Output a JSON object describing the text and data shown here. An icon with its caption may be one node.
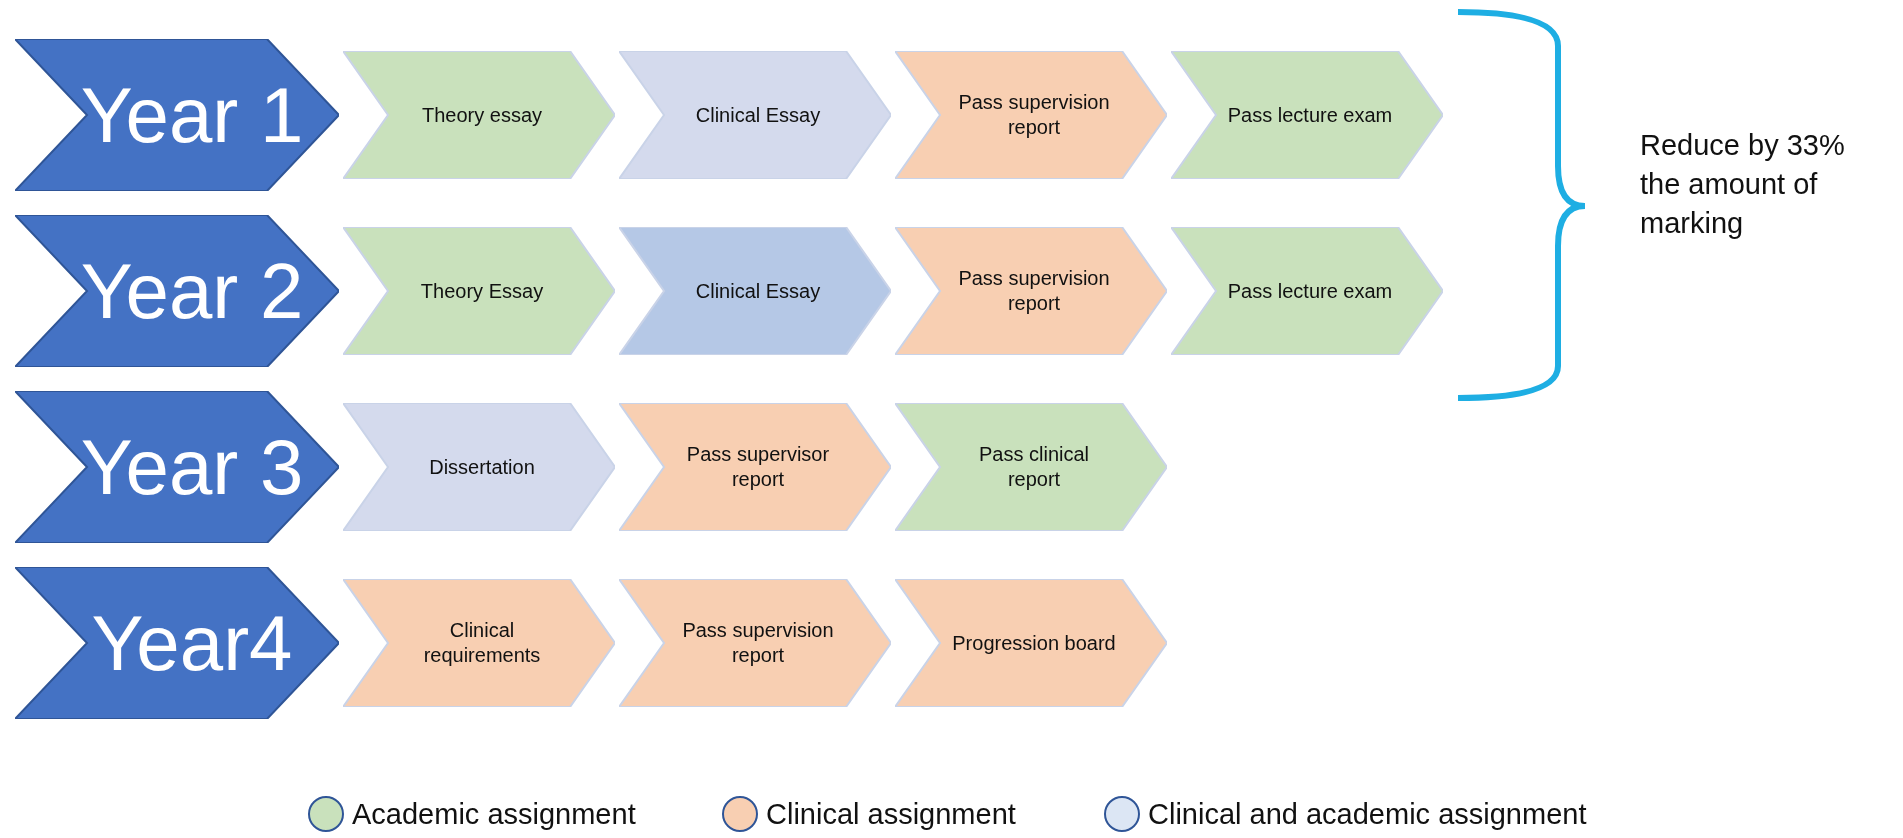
{
  "diagram": {
    "nodes": [
      {
        "text": [
          "Year 1"
        ]
      },
      {
        "text": [
          "Theory essay"
        ]
      },
      {
        "text": [
          "Clinical Essay"
        ]
      },
      {
        "text": [
          "Pass supervision report"
        ]
      },
      {
        "text": [
          "Pass lecture exam"
        ]
      },
      {
        "text": [
          "Year 2"
        ]
      },
      {
        "text": [
          "Theory Essay"
        ]
      },
      {
        "text": [
          "Clinical Essay"
        ]
      },
      {
        "text": [
          "Pass supervision report"
        ]
      },
      {
        "text": [
          "Pass lecture exam"
        ]
      },
      {
        "text": [
          "Year 3"
        ]
      },
      {
        "text": [
          "Dissertation"
        ]
      },
      {
        "text": [
          "Pass supervisor report"
        ]
      },
      {
        "text": [
          "Pass clinical report"
        ]
      },
      {
        "text": [
          "Year4"
        ]
      },
      {
        "text": [
          "Clinical requirements"
        ]
      },
      {
        "text": [
          "Pass supervision report"
        ]
      },
      {
        "text": [
          "Progression board"
        ]
      }
    ],
    "labels": [
      "Reduce by 33% the amount of marking"
    ],
    "legend": [
      {
        "text": "Academic assignment",
        "color": "#c9e1bc"
      },
      {
        "text": "Clinical assignment",
        "color": "#f8cfb2"
      },
      {
        "text": "Clinical and academic assignment",
        "color": "#dce6f4"
      }
    ]
  }
}
